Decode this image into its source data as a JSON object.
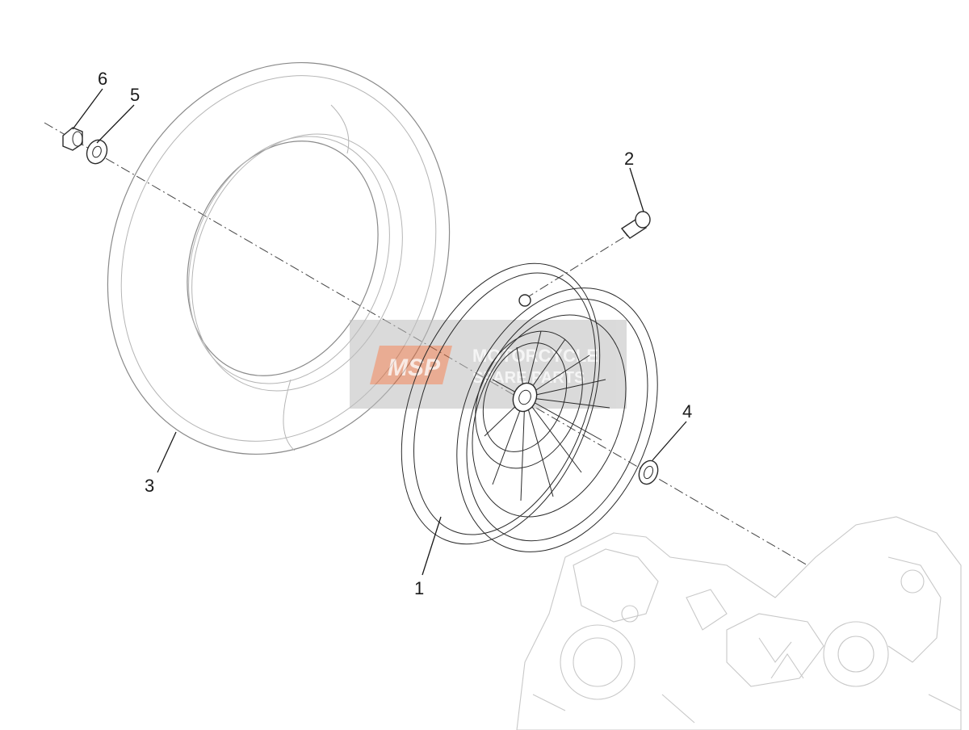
{
  "diagram": {
    "callouts": [
      {
        "id": "1",
        "label": "1"
      },
      {
        "id": "2",
        "label": "2"
      },
      {
        "id": "3",
        "label": "3"
      },
      {
        "id": "4",
        "label": "4"
      },
      {
        "id": "5",
        "label": "5"
      },
      {
        "id": "6",
        "label": "6"
      }
    ],
    "parts": [
      {
        "callout": "1",
        "name": "rim-wheel"
      },
      {
        "callout": "2",
        "name": "tyre-valve"
      },
      {
        "callout": "3",
        "name": "tyre"
      },
      {
        "callout": "4",
        "name": "spacer-washer"
      },
      {
        "callout": "5",
        "name": "washer"
      },
      {
        "callout": "6",
        "name": "nut"
      }
    ]
  },
  "watermark": {
    "logo_text": "MSP",
    "line1": "MOTORCYCLE",
    "line2": "SPARE PARTS"
  }
}
